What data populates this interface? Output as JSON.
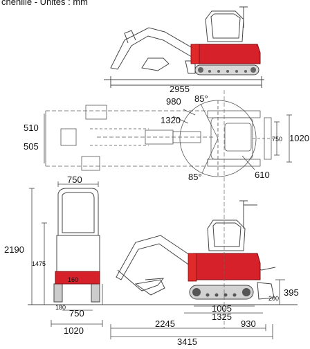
{
  "header": {
    "text": "chenille - Unités : mm"
  },
  "colors": {
    "machine_accent": "#d6202a",
    "line": "#4a4a4a",
    "track": "#5a5a5a"
  },
  "views": {
    "side_top": {
      "length": "2955"
    },
    "plan": {
      "angle_left": "85°",
      "angle_right": "85°",
      "radius_front": "980",
      "radius_mid": "1320",
      "offset_left": "510",
      "offset_right": "505",
      "tail_radius": "610",
      "blade_width": "750",
      "track_width": "1020"
    },
    "front": {
      "top_width": "750",
      "height_total": "2190",
      "height_blade": "1475",
      "ground_clearance": "160",
      "track_shoe": "180",
      "inner_width": "750",
      "outer_width": "1020"
    },
    "side_bottom": {
      "blade_height": "395",
      "blade_depth": "200",
      "tumbler_center": "1005",
      "track_length": "1325",
      "front_reach": "2245",
      "rear_length": "930",
      "overall_length": "3415"
    }
  }
}
